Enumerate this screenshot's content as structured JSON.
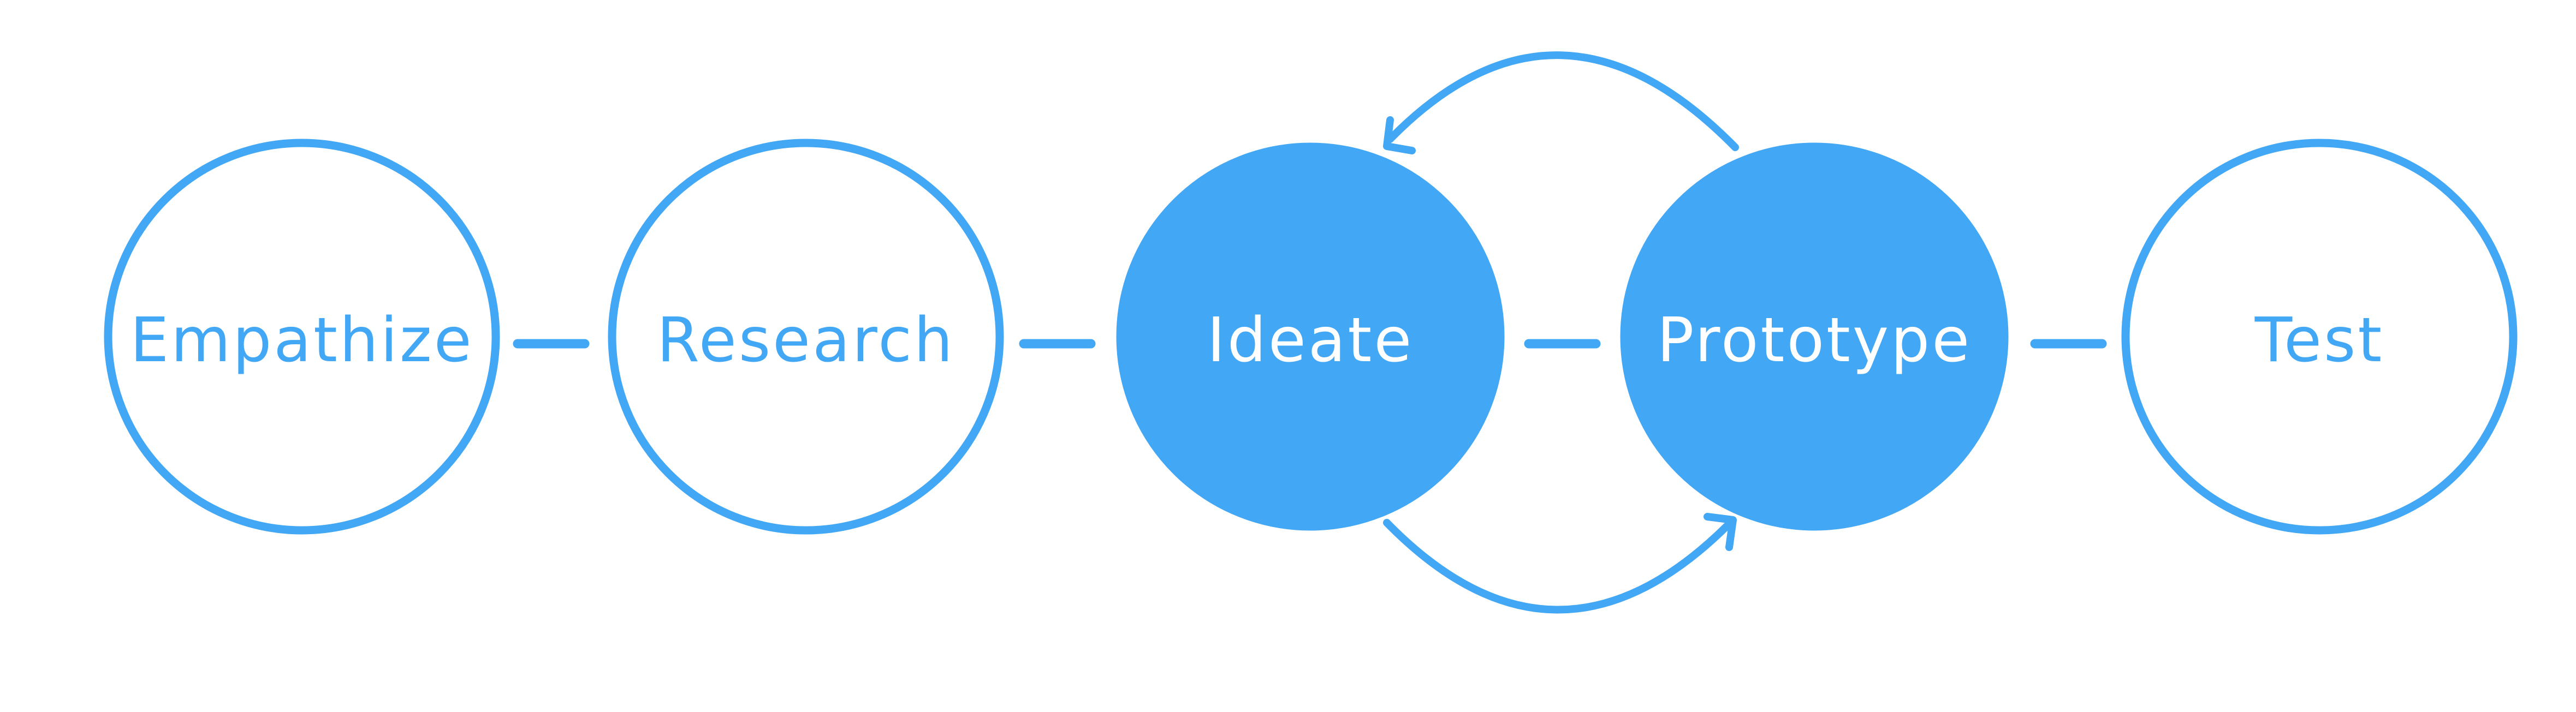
{
  "colors": {
    "accent": "#42a7f5",
    "background": "#ffffff",
    "filled_text": "#ffffff"
  },
  "stages": [
    {
      "label": "Empathize",
      "filled": false
    },
    {
      "label": "Research",
      "filled": false
    },
    {
      "label": "Ideate",
      "filled": true
    },
    {
      "label": "Prototype",
      "filled": true
    },
    {
      "label": "Test",
      "filled": false
    }
  ],
  "loops": [
    {
      "from": "Prototype",
      "to": "Ideate",
      "position": "top"
    },
    {
      "from": "Ideate",
      "to": "Prototype",
      "position": "bottom"
    }
  ]
}
